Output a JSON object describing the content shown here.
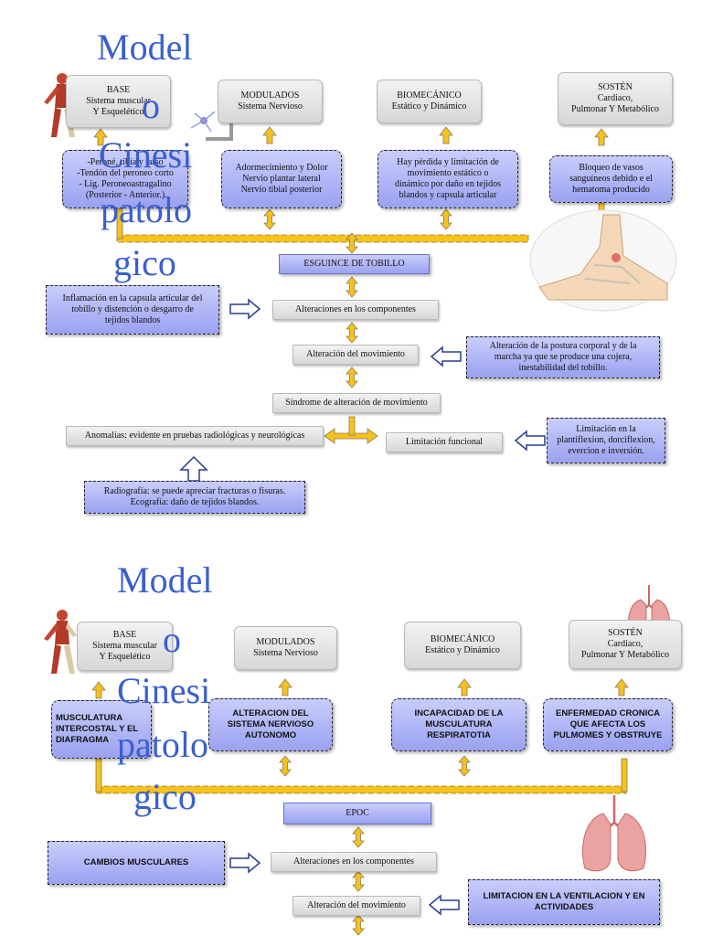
{
  "top": {
    "title": [
      "Model",
      "o",
      "Cinesi",
      "patolo",
      "gico"
    ],
    "base": {
      "head": "BASE",
      "l1": "Sistema muscular",
      "l2": "Y Esquelético"
    },
    "modulados": {
      "head": "MODULADOS",
      "l1": "Sistema Nervioso"
    },
    "biomecanico": {
      "head": "BIOMECÁNICO",
      "l1": "Estático y Dinámico"
    },
    "sosten": {
      "head": "SOSTÉN",
      "l1": "Cardiaco,",
      "l2": "Pulmonar Y Metabólico"
    },
    "b1": [
      "-Peroné, tibia y tarso",
      "-Tendón del peroneo corto",
      "- Lig. Peroneoastragalino",
      "(Posterior - Anterior.)"
    ],
    "b2": [
      "Adormecimiento y Dolor",
      "Nervio plantar lateral",
      "Nervio tibial posterior"
    ],
    "b3": [
      "Hay pérdida y limitación de",
      "movimiento estático o",
      "dinámico por daño en tejidos",
      "blandos y capsula articular"
    ],
    "b4": [
      "Bloqueo de vasos",
      "sanguíneos debido  e el",
      "hematoma producido"
    ],
    "esguince": "ESGUINCE DE TOBILLO",
    "inflamacion": [
      "Inflamación en la capsula articular del",
      "tobillo  y distención o desgarro de",
      "tejidos blandos"
    ],
    "alteraciones": "Alteraciones en los componentes",
    "alteracion_mov": "Alteración del movimiento",
    "postura": [
      "Alteración de la postura corporal y de la",
      "marcha ya que se produce una cojera,",
      "inestabilidad del tobillo."
    ],
    "sindrome": "Síndrome de alteración de movimiento",
    "anomalias": "Anomalías: evidente en pruebas radiológicas y neurológicas",
    "limitacion_func": "Limitación funcional",
    "limitacion_lado": [
      "Limitación en la",
      "plantiflexion, dorciflexion,",
      "evercion e inversión."
    ],
    "radiografia": [
      "Radiografía: se puede apreciar fracturas o fisuras.",
      "Ecografía: daño de tejidos blandos."
    ]
  },
  "bottom": {
    "title": [
      "Model",
      "o",
      "Cinesi",
      "patolo",
      "gico"
    ],
    "base": {
      "head": "BASE",
      "l1": "Sistema muscular",
      "l2": "Y Esquelético"
    },
    "modulados": {
      "head": "MODULADOS",
      "l1": "Sistema Nervioso"
    },
    "biomecanico": {
      "head": "BIOMECÁNICO",
      "l1": "Estático y Dinámico"
    },
    "sosten": {
      "head": "SOSTÉN",
      "l1": "Cardiaco,",
      "l2": "Pulmonar Y Metabólico"
    },
    "b1": [
      "MUSCULATURA",
      "INTERCOSTAL Y EL",
      "DIAFRAGMA"
    ],
    "b2": [
      "ALTERACION DEL",
      "SISTEMA NERVIOSO",
      "AUTONOMO"
    ],
    "b3": [
      "INCAPACIDAD DE LA",
      "MUSCULATURA",
      "RESPIRATOTIA"
    ],
    "b4": [
      "ENFERMEDAD CRONICA",
      "QUE AFECTA LOS",
      "PULMOMES Y OBSTRUYE"
    ],
    "epoc": "EPOC",
    "cambios": "CAMBIOS MUSCULARES",
    "alteraciones": "Alteraciones en los componentes",
    "alteracion_mov": "Alteración del movimiento",
    "limitacion_vent": [
      "LIMITACION EN LA VENTILACION Y EN",
      "ACTIVIDADES"
    ]
  },
  "colors": {
    "arrow": "#f6c21c",
    "arrow_outline": "#8a7a55",
    "blue_box": "#a9b0f5",
    "title": "#3a5fcf",
    "side_arrow": "#c5cbf9"
  }
}
